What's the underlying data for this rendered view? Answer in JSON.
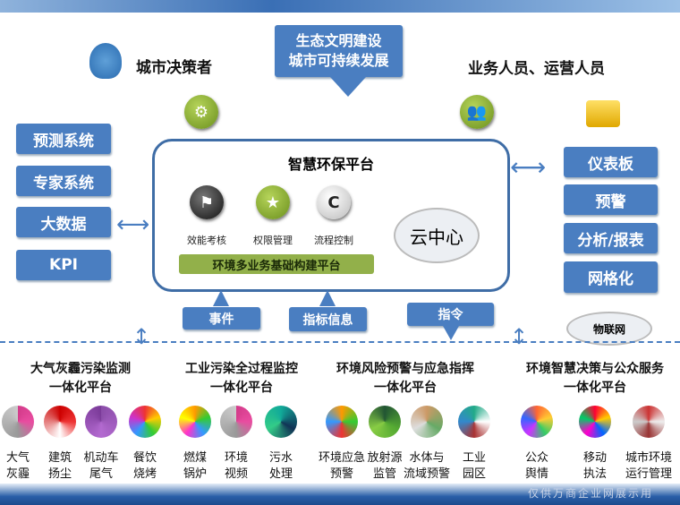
{
  "top": {
    "decision_maker": "城市决策者",
    "banner_line1": "生态文明建设",
    "banner_line2": "城市可持续发展",
    "operators": "业务人员、运营人员"
  },
  "left_systems": [
    "预测系统",
    "专家系统",
    "大数据",
    "KPI"
  ],
  "platform": {
    "title": "智慧环保平台",
    "modules": [
      "效能考核",
      "权限管理",
      "流程控制"
    ],
    "base": "环境多业务基础构建平台",
    "cloud": "云中心"
  },
  "right_outputs": [
    "仪表板",
    "预警",
    "分析/报表",
    "网格化"
  ],
  "iot": "物联网",
  "flows": [
    "事件",
    "指标信息",
    "指令"
  ],
  "sections": [
    {
      "title1": "大气灰霾污染监测",
      "title2": "一体化平台",
      "items": [
        [
          "大气",
          "灰霾"
        ],
        [
          "建筑",
          "扬尘"
        ],
        [
          "机动车",
          "尾气"
        ],
        [
          "餐饮",
          "烧烤"
        ]
      ]
    },
    {
      "title1": "工业污染全过程监控",
      "title2": "一体化平台",
      "items": [
        [
          "燃煤",
          "锅炉"
        ],
        [
          "环境",
          "视频"
        ],
        [
          "污水",
          "处理"
        ]
      ]
    },
    {
      "title1": "环境风险预警与应急指挥",
      "title2": "一体化平台",
      "items": [
        [
          "环境应急",
          "预警"
        ],
        [
          "放射源",
          "监管"
        ],
        [
          "水体与",
          "流域预警"
        ],
        [
          "工业",
          "园区"
        ]
      ]
    },
    {
      "title1": "环境智慧决策与公众服务",
      "title2": "一体化平台",
      "items": [
        [
          "公众",
          "舆情"
        ],
        [
          "移动",
          "执法"
        ],
        [
          "城市环境",
          "运行管理"
        ]
      ]
    }
  ],
  "watermark": "仅供万商企业网展示用"
}
